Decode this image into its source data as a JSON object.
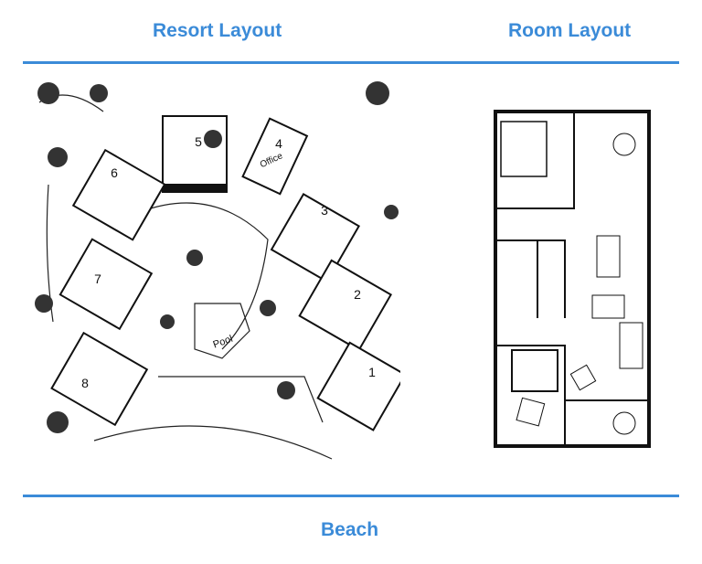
{
  "headings": {
    "resort": "Resort Layout",
    "room": "Room Layout",
    "beach": "Beach"
  },
  "resort_map": {
    "buildings": [
      "1",
      "2",
      "3",
      "4",
      "5",
      "6",
      "7",
      "8"
    ],
    "office_label": "Office",
    "pool_label": "Pool"
  },
  "colors": {
    "accent": "#3b8bd8"
  }
}
